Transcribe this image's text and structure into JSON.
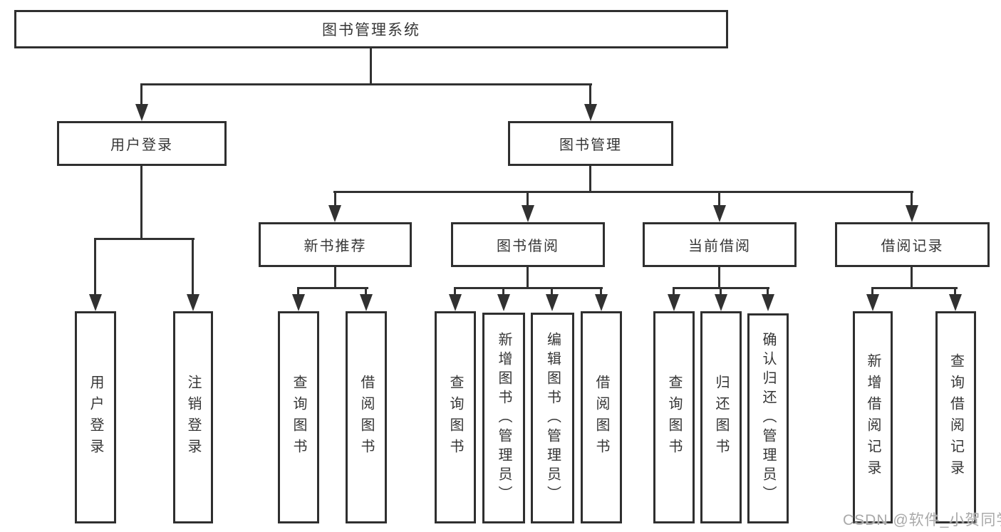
{
  "diagram_type": "hierarchical-tree",
  "tree": {
    "root_label": "图书管理系统",
    "level2": [
      {
        "label": "用户登录"
      },
      {
        "label": "图书管理"
      }
    ],
    "level3": [
      {
        "label": "新书推荐"
      },
      {
        "label": "图书借阅"
      },
      {
        "label": "当前借阅"
      },
      {
        "label": "借阅记录"
      }
    ],
    "leaves": {
      "user": [
        "用户登录",
        "注销登录"
      ],
      "newbook": [
        "查询图书",
        "借阅图书"
      ],
      "borrow": [
        "查询图书",
        "新增图书（管理员）",
        "编辑图书（管理员）",
        "借阅图书"
      ],
      "current": [
        "查询图书",
        "归还图书",
        "确认归还（管理员）"
      ],
      "records": [
        "新增借阅记录",
        "查询借阅记录"
      ]
    }
  },
  "watermark": {
    "text": "CSDN @软件_小贺同学"
  },
  "colors": {
    "line": "#313131",
    "border": "#2f2f2f",
    "text": "#363636",
    "watermark": "#a9a9a9",
    "background": "#ffffff"
  }
}
